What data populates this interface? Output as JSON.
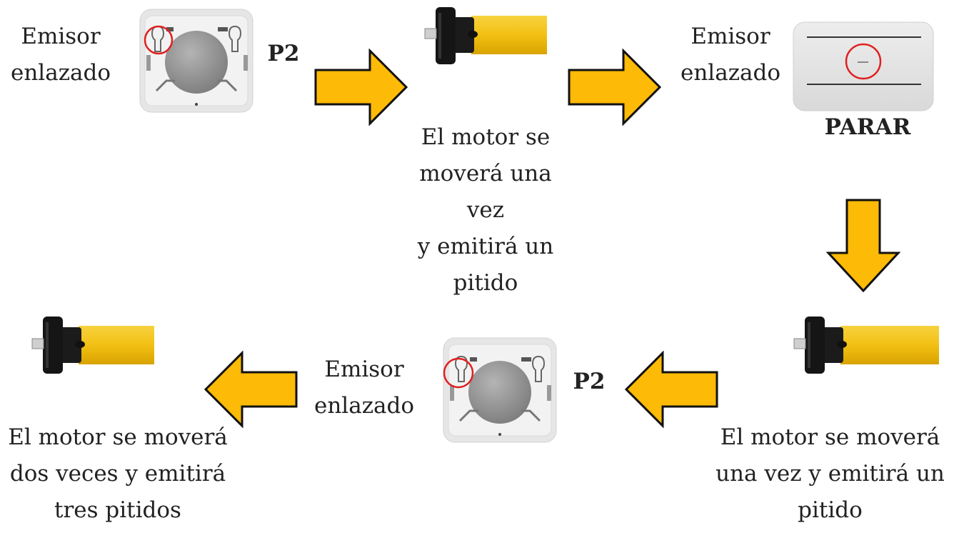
{
  "colors": {
    "arrow_fill": "#FDBA06",
    "arrow_stroke": "#111111",
    "motor_tube": "#F3C21A",
    "motor_head": "#1B1B1B",
    "remote_body": "#E4E4E4",
    "highlight_circle": "#E02020"
  },
  "icons": {
    "wall_transmitter": "wall-transmitter-icon",
    "handheld_remote": "remote-control-icon",
    "tubular_motor": "tubular-motor-icon",
    "flow_arrow": "flow-arrow-icon"
  },
  "step1": {
    "label": "Emisor\nenlazado",
    "button": "P2"
  },
  "step2": {
    "caption": "El motor se\nmoverá una vez\ny emitirá un\npitido"
  },
  "step3": {
    "label": "Emisor\nenlazado",
    "button": "PARAR"
  },
  "step4": {
    "caption": "El motor se moverá\nuna vez y emitirá un\npitido"
  },
  "step5": {
    "label": "Emisor\nenlazado",
    "button": "P2"
  },
  "step6": {
    "caption": "El motor se moverá\ndos veces y emitirá\ntres pitidos"
  }
}
